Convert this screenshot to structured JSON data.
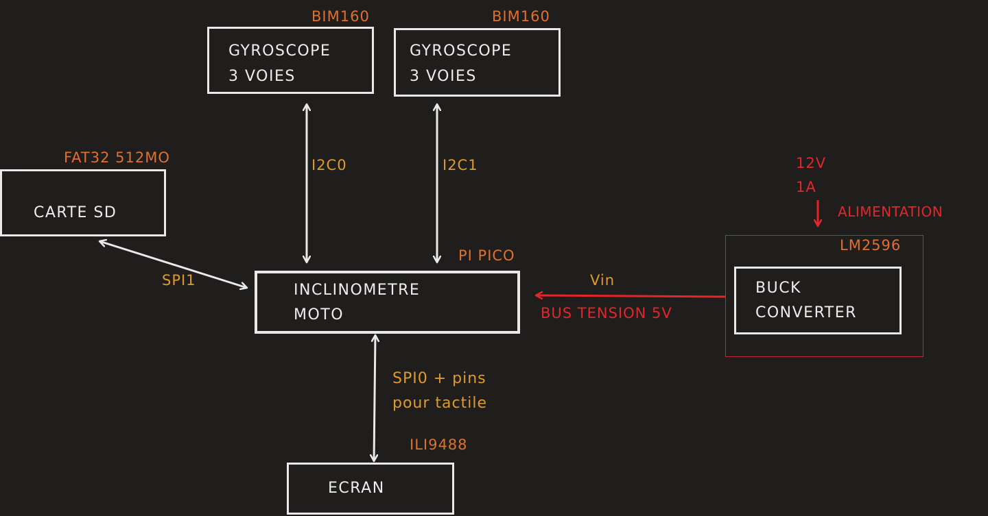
{
  "boxes": {
    "gyro1": {
      "line1": "GYROSCOPE",
      "line2": "3 VOIES",
      "chip": "BIM160"
    },
    "gyro2": {
      "line1": "GYROSCOPE",
      "line2": "3 VOIES",
      "chip": "BIM160"
    },
    "sd": {
      "label": "CARTE SD",
      "chip": "FAT32 512MO"
    },
    "main": {
      "line1": "INCLINOMETRE",
      "line2": "MOTO",
      "chip": "PI PICO"
    },
    "screen": {
      "label": "ECRAN",
      "chip": "ILI9488"
    },
    "buck": {
      "line1": "BUCK",
      "line2": "CONVERTER",
      "chip": "LM2596"
    }
  },
  "links": {
    "i2c0": "I2C0",
    "i2c1": "I2C1",
    "spi1": "SPI1",
    "spi0_line1": "SPI0 + pins",
    "spi0_line2": "pour tactile",
    "vin": "Vin",
    "bus": "BUS TENSION 5V"
  },
  "power": {
    "voltage": "12V",
    "current": "1A",
    "label": "ALIMENTATION"
  },
  "colors": {
    "background": "#1f1e1d",
    "box_stroke": "#e9e9e9",
    "chip_label": "#e0702e",
    "link_label": "#e09a2a",
    "power": "#e2262b"
  }
}
